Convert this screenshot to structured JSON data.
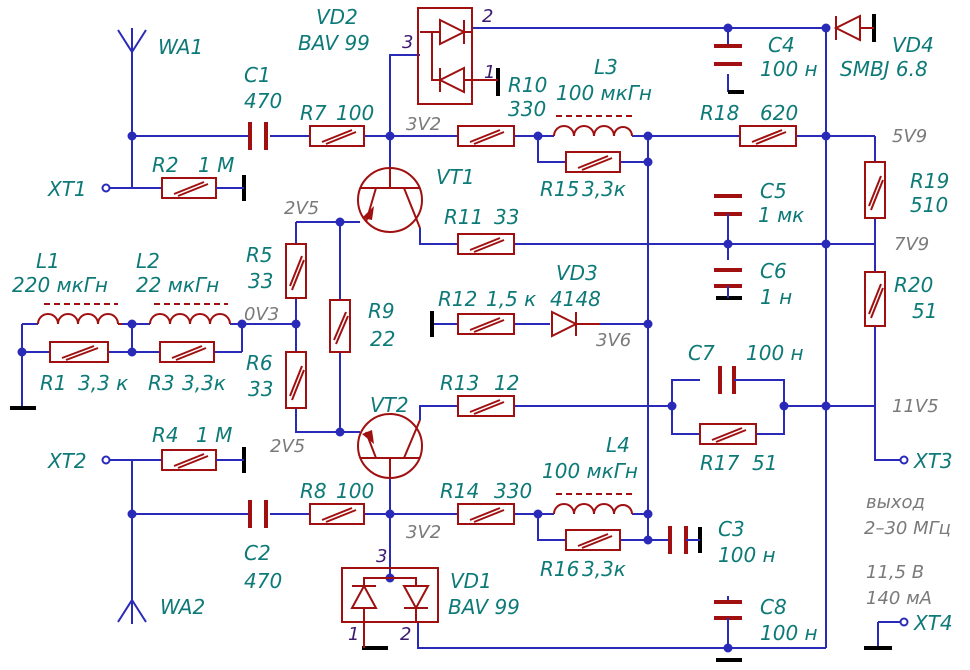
{
  "components": {
    "WA1": {
      "ref": "WA1"
    },
    "WA2": {
      "ref": "WA2"
    },
    "XT1": {
      "ref": "XT1"
    },
    "XT2": {
      "ref": "XT2"
    },
    "XT3": {
      "ref": "XT3"
    },
    "XT4": {
      "ref": "XT4"
    },
    "C1": {
      "ref": "C1",
      "value": "470"
    },
    "C2": {
      "ref": "C2",
      "value": "470"
    },
    "C3": {
      "ref": "C3",
      "value": "100 н"
    },
    "C4": {
      "ref": "C4",
      "value": "100 н"
    },
    "C5": {
      "ref": "C5",
      "value": "1 мк"
    },
    "C6": {
      "ref": "C6",
      "value": "1 н"
    },
    "C7": {
      "ref": "C7",
      "value": "100 н"
    },
    "C8": {
      "ref": "C8",
      "value": "100 н"
    },
    "R1": {
      "ref": "R1",
      "value": "3,3 к"
    },
    "R2": {
      "ref": "R2",
      "value": "1 М"
    },
    "R3": {
      "ref": "R3",
      "value": "3,3к"
    },
    "R4": {
      "ref": "R4",
      "value": "1 М"
    },
    "R5": {
      "ref": "R5",
      "value": "33"
    },
    "R6": {
      "ref": "R6",
      "value": "33"
    },
    "R7": {
      "ref": "R7",
      "value": "100"
    },
    "R8": {
      "ref": "R8",
      "value": "100"
    },
    "R9": {
      "ref": "R9",
      "value": "22"
    },
    "R10": {
      "ref": "R10",
      "value": "330"
    },
    "R11": {
      "ref": "R11",
      "value": "33"
    },
    "R12": {
      "ref": "R12",
      "value": "1,5 к"
    },
    "R13": {
      "ref": "R13",
      "value": "12"
    },
    "R14": {
      "ref": "R14",
      "value": "330"
    },
    "R15": {
      "ref": "R15",
      "value": "3,3к"
    },
    "R16": {
      "ref": "R16",
      "value": "3,3к"
    },
    "R17": {
      "ref": "R17",
      "value": "51"
    },
    "R18": {
      "ref": "R18",
      "value": "620"
    },
    "R19": {
      "ref": "R19",
      "value": "510"
    },
    "R20": {
      "ref": "R20",
      "value": "51"
    },
    "L1": {
      "ref": "L1",
      "value": "220 мкГн"
    },
    "L2": {
      "ref": "L2",
      "value": "22 мкГн"
    },
    "L3": {
      "ref": "L3",
      "value": "100 мкГн"
    },
    "L4": {
      "ref": "L4",
      "value": "100 мкГн"
    },
    "VD1": {
      "ref": "VD1",
      "value": "BAV 99"
    },
    "VD2": {
      "ref": "VD2",
      "value": "BAV 99"
    },
    "VD3": {
      "ref": "VD3",
      "value": "4148"
    },
    "VD4": {
      "ref": "VD4",
      "value": "SMBJ 6.8"
    },
    "VT1": {
      "ref": "VT1"
    },
    "VT2": {
      "ref": "VT2"
    }
  },
  "nodes": {
    "n_3v2_top": "3V2",
    "n_2v5_top": "2V5",
    "n_0v3": "0V3",
    "n_2v5_bot": "2V5",
    "n_3v2_bot": "3V2",
    "n_3v6": "3V6",
    "n_5v9": "5V9",
    "n_7v9": "7V9",
    "n_11v5": "11V5"
  },
  "pins": {
    "vd2_p3": "3",
    "vd2_p2": "2",
    "vd2_p1": "1",
    "vd1_p3": "3",
    "vd1_p1": "1",
    "vd1_p2": "2"
  },
  "notes": {
    "out_line1": "выход",
    "out_line2": "2–30 МГц",
    "supply_v": "11,5 В",
    "supply_i": "140 мА"
  }
}
